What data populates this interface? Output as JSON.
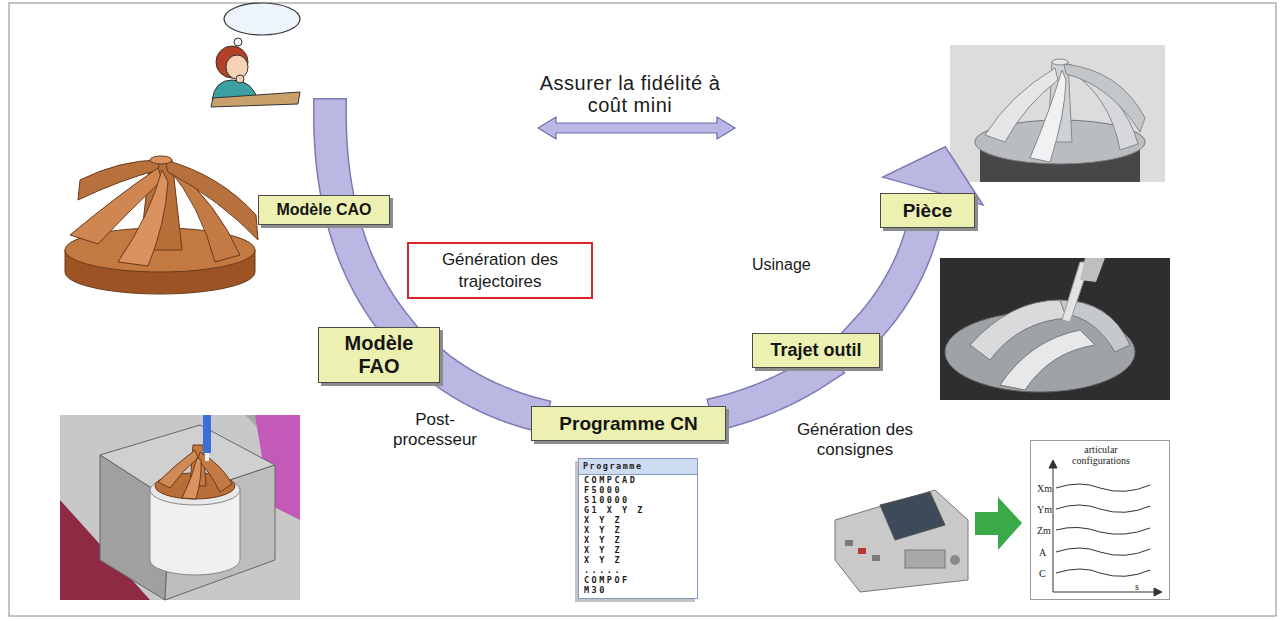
{
  "diagram": {
    "nodes": [
      {
        "text": [
          "Modèle CAO"
        ]
      },
      {
        "text": [
          "Génération des trajectoires"
        ]
      },
      {
        "text": [
          "Modèle FAO"
        ]
      },
      {
        "text": [
          "Programme CN"
        ]
      },
      {
        "text": [
          "Trajet outil"
        ]
      },
      {
        "text": [
          "Pièce"
        ]
      },
      {
        "text": [
          "Programme",
          "COMPCAD",
          "F5000",
          "S10000",
          "G1 X Y Z",
          "X Y Z",
          "X Y Z",
          "X Y Z",
          "X Y Z",
          "X Y Z",
          ".....",
          "COMPOF",
          "M30"
        ]
      },
      {
        "text": [
          "articular configurations",
          "Xm",
          "Ym",
          "Zm",
          "A",
          "C",
          "s"
        ]
      }
    ],
    "edges": [
      {
        "from": 0,
        "to": 2,
        "arrow": "none"
      },
      {
        "from": 2,
        "to": 3,
        "arrow": "none"
      },
      {
        "from": 3,
        "to": 4,
        "arrow": "none"
      },
      {
        "from": 4,
        "to": 5,
        "arrow": "to"
      }
    ],
    "labels": [
      "Assurer la fidélité à coût mini",
      "Usinage",
      "Post-processeur",
      "Génération des consignes"
    ]
  }
}
